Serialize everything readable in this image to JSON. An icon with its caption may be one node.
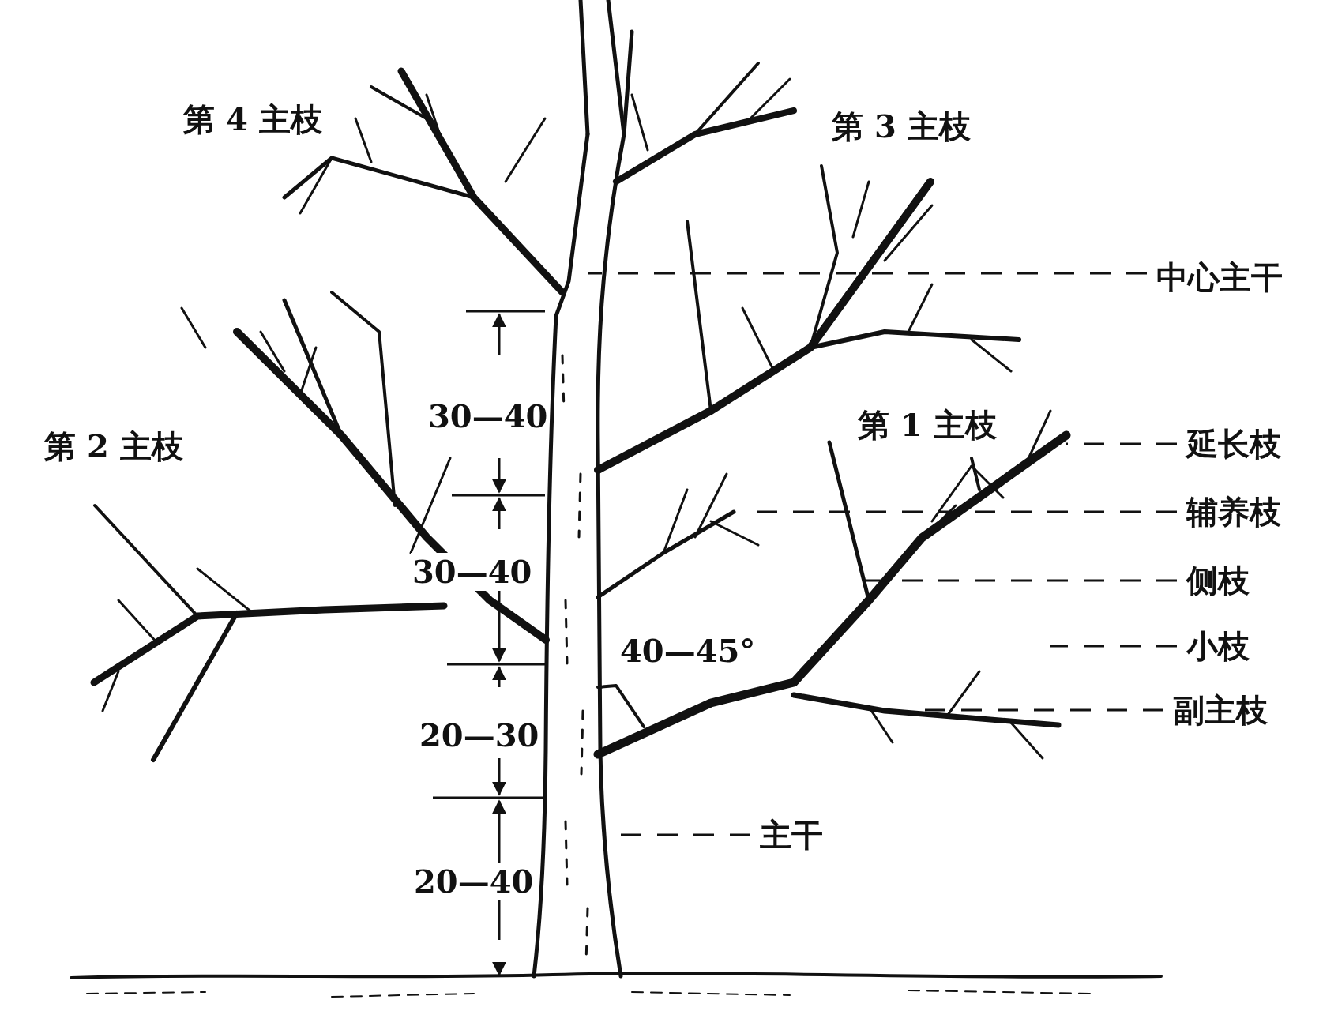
{
  "diagram": {
    "nodes": [
      {
        "text": [
          "中心主干"
        ]
      },
      {
        "text": [
          "延长枝"
        ]
      },
      {
        "text": [
          "辅养枝"
        ]
      },
      {
        "text": [
          "侧枝"
        ]
      },
      {
        "text": [
          "小枝"
        ]
      },
      {
        "text": [
          "副主枝"
        ]
      },
      {
        "text": [
          "主干"
        ]
      }
    ],
    "edges": [
      {
        "from": 0,
        "to": null,
        "arrow": "none",
        "style": "dashed"
      },
      {
        "from": 1,
        "to": null,
        "arrow": "none",
        "style": "dashed"
      },
      {
        "from": 2,
        "to": null,
        "arrow": "none",
        "style": "dashed"
      },
      {
        "from": 3,
        "to": null,
        "arrow": "none",
        "style": "dashed"
      },
      {
        "from": 4,
        "to": null,
        "arrow": "none",
        "style": "dashed"
      },
      {
        "from": 5,
        "to": null,
        "arrow": "none",
        "style": "dashed"
      },
      {
        "from": 6,
        "to": null,
        "arrow": "none",
        "style": "dashed"
      }
    ],
    "labels": [
      "第 4 主枝",
      "第 3 主枝",
      "30—40",
      "第 1 主枝",
      "第 2 主枝",
      "30—40",
      "40—45°",
      "20—30",
      "20—40"
    ]
  }
}
